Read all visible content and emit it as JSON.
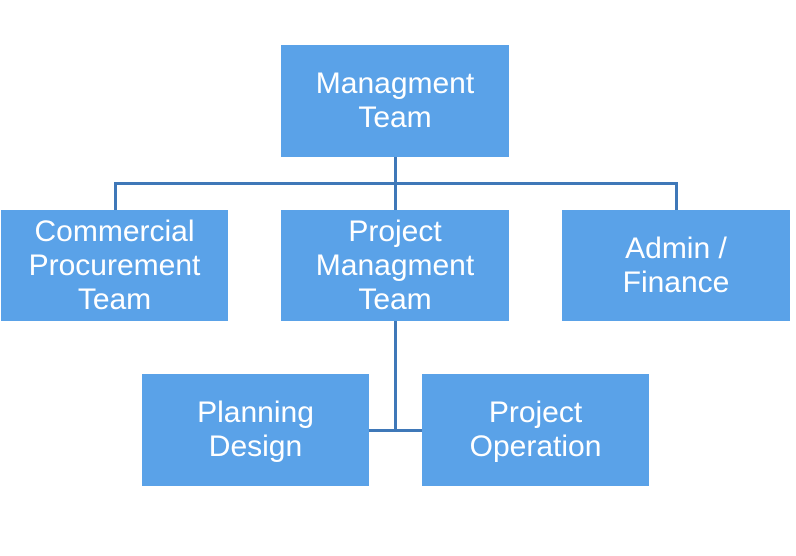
{
  "diagram": {
    "type": "org-chart",
    "box_color": "#5aa2e8",
    "line_color": "#3f78b8",
    "text_color": "#ffffff",
    "nodes": {
      "root": {
        "label": "Managment\nTeam"
      },
      "commercial": {
        "label": "Commercial\nProcurement\nTeam"
      },
      "project_mgmt": {
        "label": "Project\nManagment\nTeam"
      },
      "admin": {
        "label": "Admin /\nFinance"
      },
      "planning": {
        "label": "Planning\nDesign"
      },
      "operation": {
        "label": "Project\nOperation"
      }
    },
    "edges": [
      [
        "root",
        "commercial"
      ],
      [
        "root",
        "project_mgmt"
      ],
      [
        "root",
        "admin"
      ],
      [
        "project_mgmt",
        "planning"
      ],
      [
        "project_mgmt",
        "operation"
      ]
    ]
  }
}
